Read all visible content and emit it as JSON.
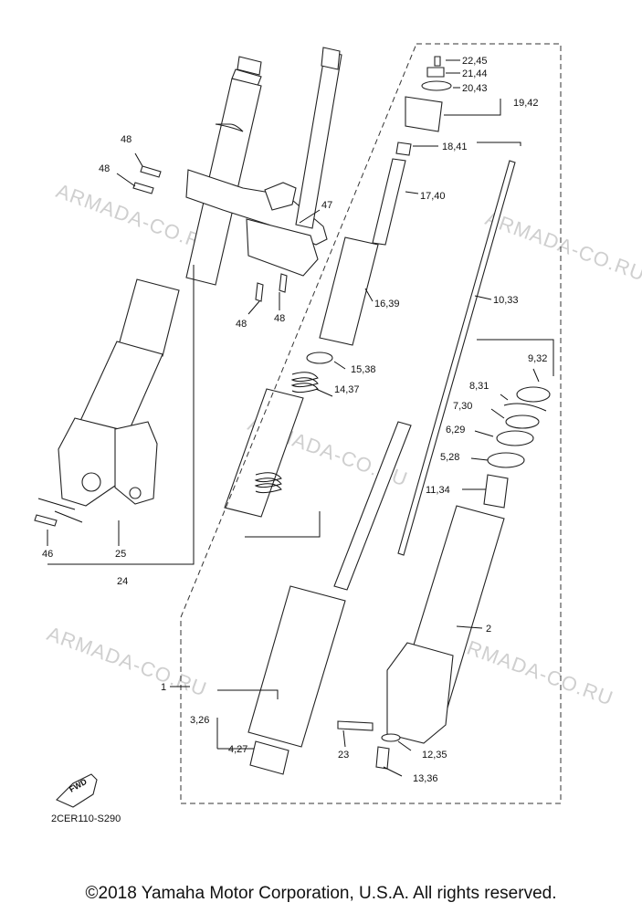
{
  "watermark": "ARMADA-CO.RU",
  "ref_code": "2CER110-S290",
  "copyright": "©2018 Yamaha Motor Corporation, U.S.A. All rights reserved.",
  "fwd_icon_label": "FWD",
  "labels": {
    "l_22_45": "22,45",
    "l_21_44": "21,44",
    "l_20_43": "20,43",
    "l_19_42": "19,42",
    "l_18_41": "18,41",
    "l_17_40": "17,40",
    "l_16_39": "16,39",
    "l_15_38": "15,38",
    "l_14_37": "14,37",
    "l_10_33": "10,33",
    "l_9_32": "9,32",
    "l_8_31": "8,31",
    "l_7_30": "7,30",
    "l_6_29": "6,29",
    "l_5_28": "5,28",
    "l_11_34": "11,34",
    "l_2": "2",
    "l_1": "1",
    "l_3_26": "3,26",
    "l_4_27": "4,27",
    "l_23": "23",
    "l_12_35": "12,35",
    "l_13_36": "13,36",
    "l_47": "47",
    "l_48a": "48",
    "l_48b": "48",
    "l_48c": "48",
    "l_48d": "48",
    "l_46": "46",
    "l_25": "25",
    "l_24": "24"
  }
}
